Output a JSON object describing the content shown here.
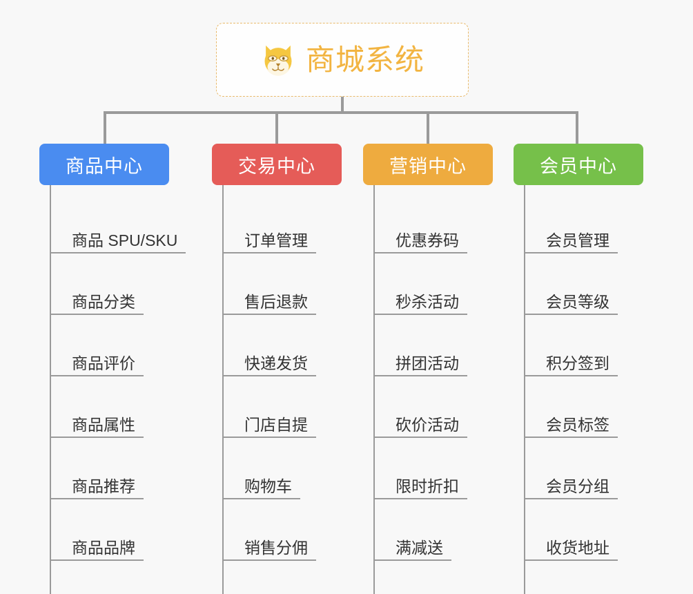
{
  "page": {
    "background_color": "#f8f8f8",
    "line_color": "#9a9a9a",
    "leaf_text_color": "#333333"
  },
  "root": {
    "title": "商城系统",
    "icon": "dog-face-icon",
    "text_color": "#f2b441",
    "border_color": "#e8b96a",
    "background_color": "#fefefe"
  },
  "branches": [
    {
      "title": "商品中心",
      "color": "#4a8cf0",
      "items": [
        {
          "label": "商品 SPU/SKU"
        },
        {
          "label": "商品分类"
        },
        {
          "label": "商品评价"
        },
        {
          "label": "商品属性"
        },
        {
          "label": "商品推荐"
        },
        {
          "label": "商品品牌"
        }
      ]
    },
    {
      "title": "交易中心",
      "color": "#e55c58",
      "items": [
        {
          "label": "订单管理"
        },
        {
          "label": "售后退款"
        },
        {
          "label": "快递发货"
        },
        {
          "label": "门店自提"
        },
        {
          "label": "购物车"
        },
        {
          "label": "销售分佣"
        }
      ]
    },
    {
      "title": "营销中心",
      "color": "#eeab3f",
      "items": [
        {
          "label": "优惠券码"
        },
        {
          "label": "秒杀活动"
        },
        {
          "label": "拼团活动"
        },
        {
          "label": "砍价活动"
        },
        {
          "label": "限时折扣"
        },
        {
          "label": "满减送"
        }
      ]
    },
    {
      "title": "会员中心",
      "color": "#76c04a",
      "items": [
        {
          "label": "会员管理"
        },
        {
          "label": "会员等级"
        },
        {
          "label": "积分签到"
        },
        {
          "label": "会员标签"
        },
        {
          "label": "会员分组"
        },
        {
          "label": "收货地址"
        }
      ]
    }
  ]
}
